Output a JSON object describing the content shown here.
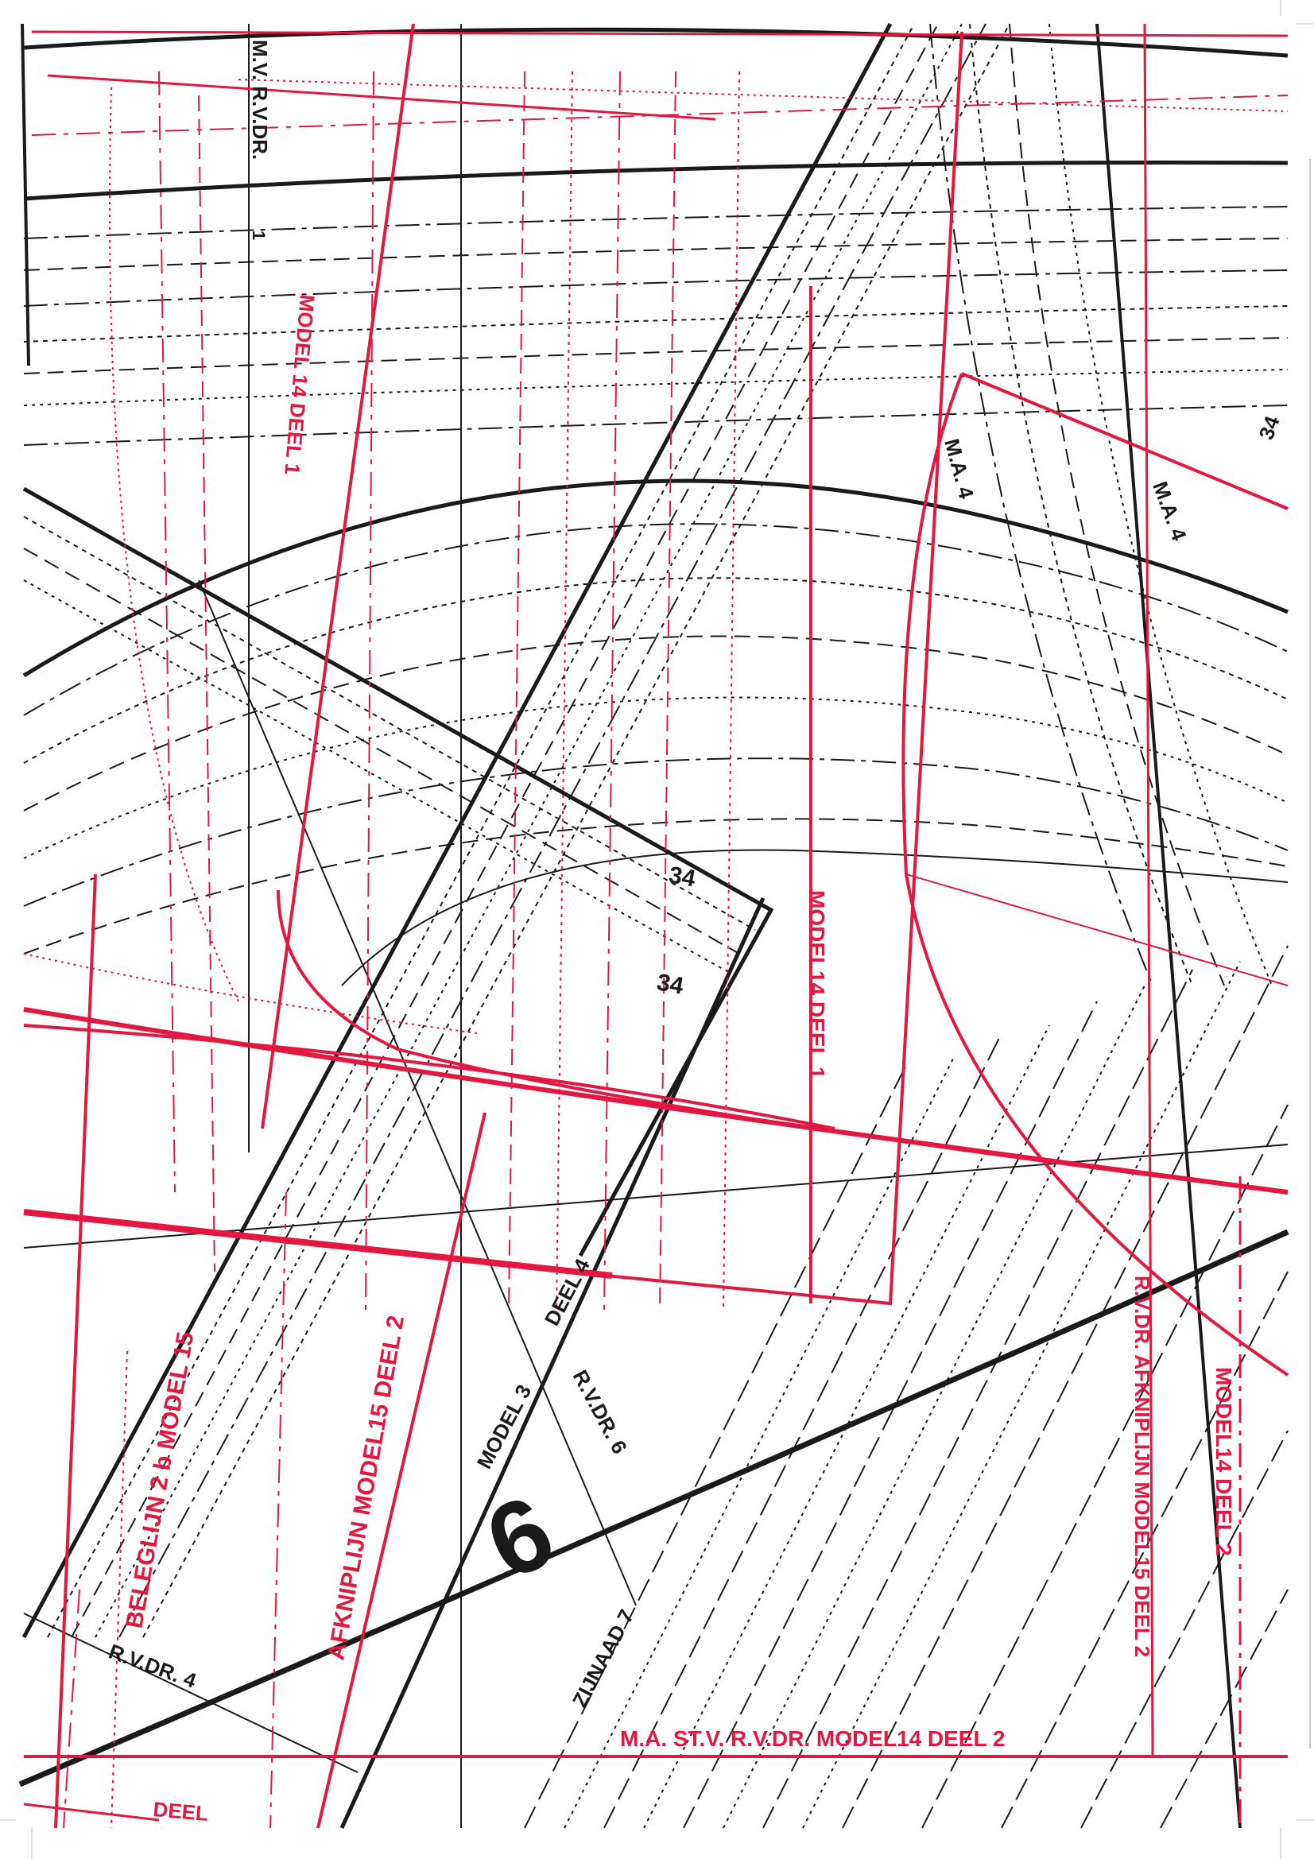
{
  "sheet": {
    "number": "6",
    "colors": {
      "pattern_red": "#e3173f",
      "pattern_black": "#1a1a1a",
      "paper": "#ffffff"
    }
  },
  "labels": {
    "mv_rvdr": "M.V. R.V.DR.",
    "mv_rvdr_num": "1",
    "model14_deel1_top": "MODEL 14 DEEL 1",
    "ma4_a": "M.A. 4",
    "ma4_b": "M.A. 4",
    "corner_34": "34",
    "num_34_a": "34",
    "num_34_b": "34",
    "model14_deel1_mid": "MODEL14 DEEL 1",
    "deel4": "DEEL 4",
    "model3": "MODEL 3",
    "rvdr6": "R.V.DR. 6",
    "beleglijn": "BELEGLIJN  2 b  MODEL 15",
    "afkniplijn15": "AFKNIPLIJN  MODEL15 DEEL 2",
    "rvdr_afkniplijn": "R.V.DR. AFKNIPLIJN  MODEL15 DEEL  2",
    "model14_deel2_right": "MODEL14 DEEL 2",
    "zijnaad": "ZIJNAAD 7",
    "rvdr4": "R.V.DR. 4",
    "bottom_line": "M.A. ST.V.  R.V.DR. MODEL14 DEEL 2",
    "deel_bottom": "DEEL"
  }
}
